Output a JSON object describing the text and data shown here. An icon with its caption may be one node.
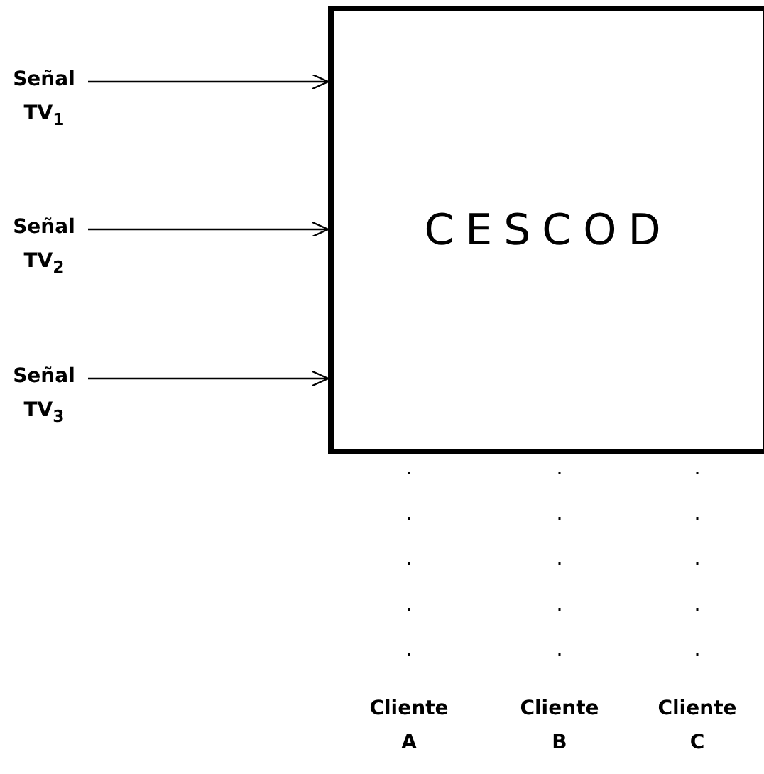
{
  "diagram": {
    "nodes": [
      {
        "text": [
          "Señal TV$_{1}$"
        ]
      },
      {
        "text": [
          "Señal TV$_{2}$"
        ]
      },
      {
        "text": [
          "Señal TV$_{3}$"
        ]
      },
      {
        "text": [
          "CESCOD"
        ]
      },
      {
        "text": [
          "Cliente A"
        ]
      },
      {
        "text": [
          "Cliente B"
        ]
      },
      {
        "text": [
          "Cliente C"
        ]
      }
    ],
    "edges": [
      {
        "from": 0,
        "to": 3,
        "arrow": "to"
      },
      {
        "from": 1,
        "to": 3,
        "arrow": "to"
      },
      {
        "from": 2,
        "to": 3,
        "arrow": "to"
      },
      {
        "from": 3,
        "to": 4,
        "arrow": "none",
        "style": "dashed"
      },
      {
        "from": 3,
        "to": 5,
        "arrow": "none",
        "style": "dashed"
      },
      {
        "from": 3,
        "to": 6,
        "arrow": "none",
        "style": "dashed"
      }
    ]
  }
}
